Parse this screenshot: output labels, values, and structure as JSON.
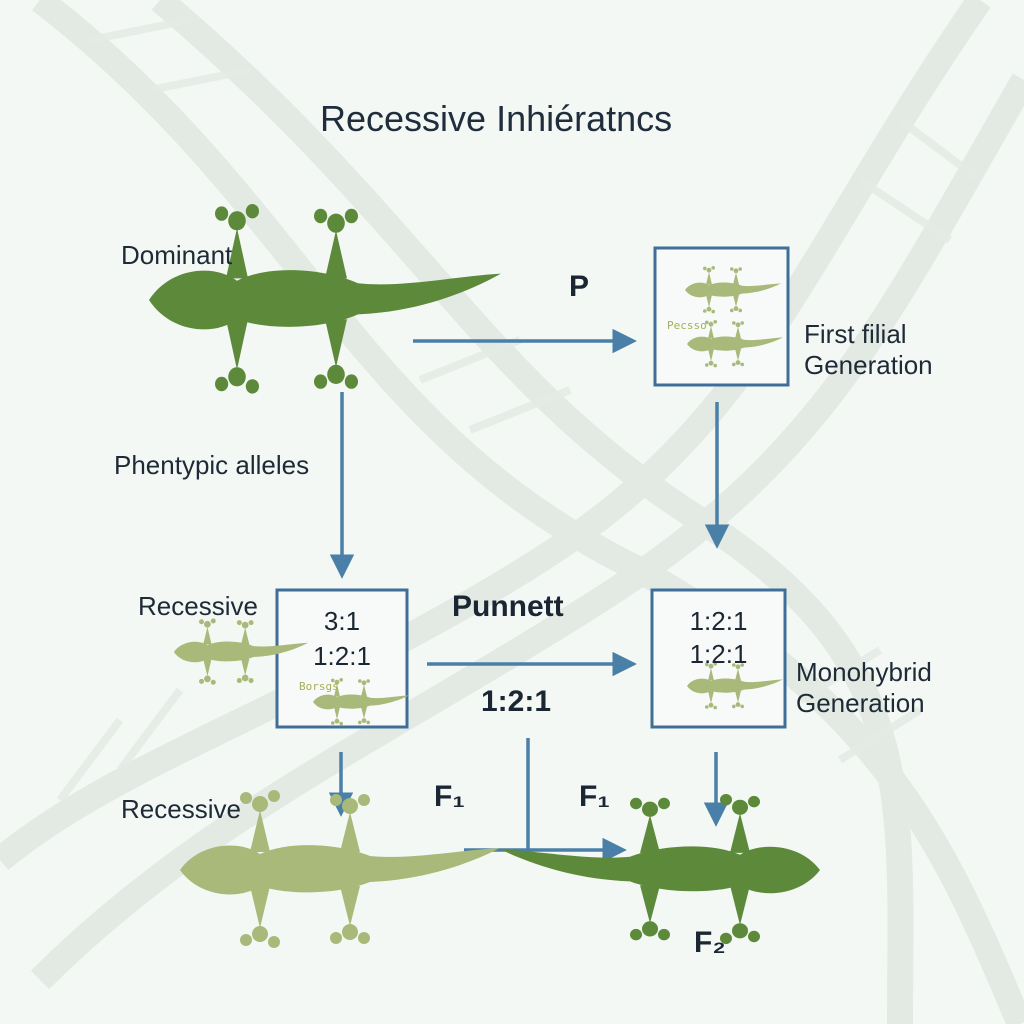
{
  "title": "Recessive Inhiératncs",
  "labels": {
    "dominant": "Dominant",
    "p": "P",
    "first_filial": "First filial",
    "first_filial_gen": "Generation",
    "phenotypic_alleles": "Phentypic alleles",
    "recessive_top": "Recessive",
    "punnett": "Punnett",
    "ratio_center": "1:2:1",
    "monohybrid": "Monohybrid",
    "monohybrid_gen": "Generation",
    "recessive_bottom": "Recessive",
    "f1_left": "F₁",
    "f1_right": "F₁",
    "f2": "F₂"
  },
  "boxes": {
    "top_right": {
      "scribble": "Pecsso"
    },
    "mid_left": {
      "ratio_1": "3:1",
      "ratio_2": "1:2:1",
      "scribble": "Borsgs"
    },
    "mid_right": {
      "ratio_1": "1:2:1",
      "ratio_2": "1:2:1"
    }
  },
  "colors": {
    "gecko_dark": "#5d8a3a",
    "gecko_light": "#a9b97a",
    "arrow": "#4a7fa8",
    "box_border": "#3f6f99",
    "dna": "#dfe8e0"
  }
}
